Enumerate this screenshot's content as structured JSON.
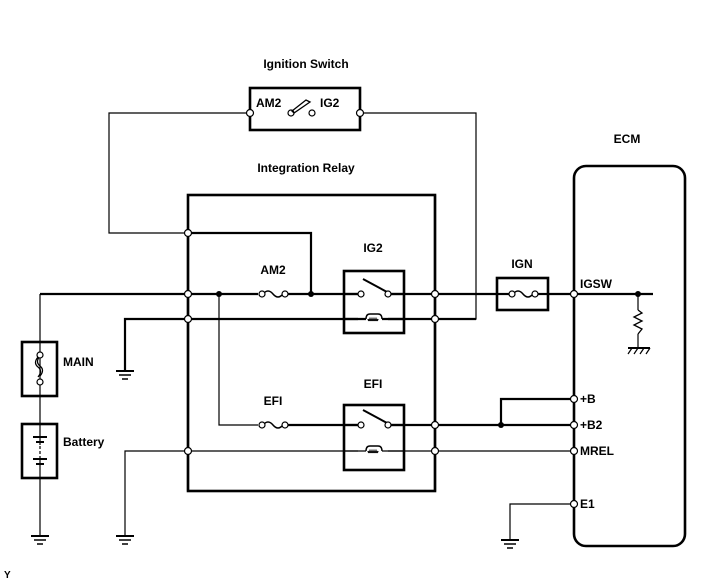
{
  "diagram": {
    "title": "ECM Power Source Circuit",
    "figure_code": "Y",
    "colors": {
      "line": "#000000",
      "background": "#ffffff"
    },
    "components": {
      "ignition_switch": {
        "label": "Ignition Switch",
        "term_left": "AM2",
        "term_right": "IG2"
      },
      "integration_relay": {
        "label": "Integration Relay"
      },
      "am2_fuse": {
        "label": "AM2"
      },
      "ig2_relay": {
        "label": "IG2"
      },
      "ign_fuse": {
        "label": "IGN"
      },
      "efi_fuse": {
        "label": "EFI"
      },
      "efi_relay": {
        "label": "EFI"
      },
      "main_fuse": {
        "label": "MAIN"
      },
      "battery": {
        "label": "Battery"
      },
      "ecm": {
        "label": "ECM",
        "pins": [
          "IGSW",
          "+B",
          "+B2",
          "MREL",
          "E1"
        ]
      }
    }
  }
}
